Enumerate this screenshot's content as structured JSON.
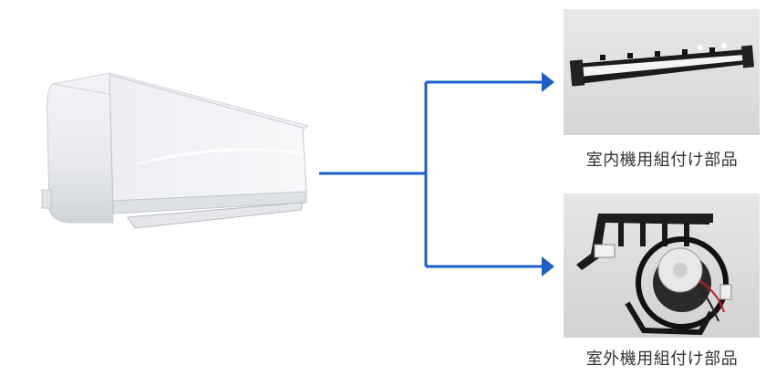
{
  "diagram": {
    "source": {
      "name": "air-conditioner-indoor-unit"
    },
    "targets": [
      {
        "label": "室内機用組付け部品"
      },
      {
        "label": "室外機用組付け部品"
      }
    ],
    "arrow_color": "#1a5fc8"
  }
}
